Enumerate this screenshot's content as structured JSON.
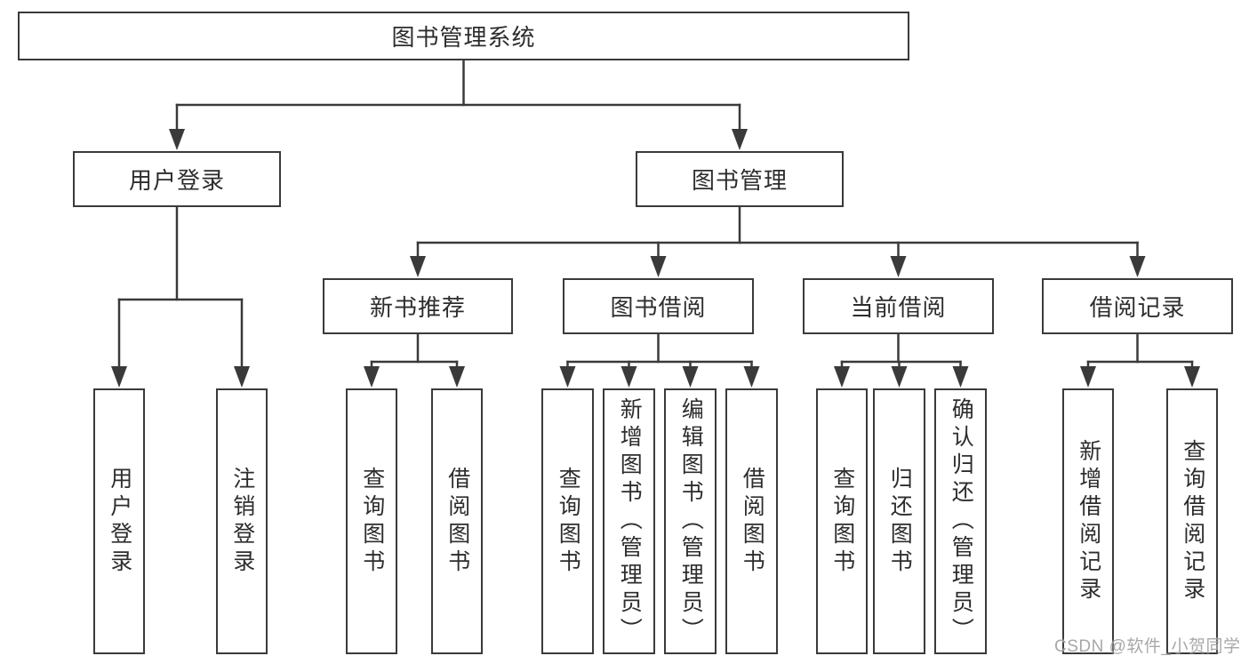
{
  "diagram_title": "图书管理系统",
  "colors": {
    "line": "#3a3a3a",
    "box_border": "#3a3a3a",
    "text": "#2d2d2d",
    "background": "#ffffff",
    "watermark": "#9e9e9e"
  },
  "nodes": [
    {
      "id": "root",
      "label": "图书管理系统",
      "level": 1
    },
    {
      "id": "user-login",
      "label": "用户登录",
      "level": 2
    },
    {
      "id": "book-management",
      "label": "图书管理",
      "level": 2
    },
    {
      "id": "new-book-recommend",
      "label": "新书推荐",
      "level": 3
    },
    {
      "id": "book-borrowing",
      "label": "图书借阅",
      "level": 3
    },
    {
      "id": "current-borrowing",
      "label": "当前借阅",
      "level": 3
    },
    {
      "id": "borrowing-records",
      "label": "借阅记录",
      "level": 3
    },
    {
      "id": "v-user-login",
      "label": "用户登录",
      "level": 4
    },
    {
      "id": "v-logout-login",
      "label": "注销登录",
      "level": 4
    },
    {
      "id": "v-query-book-1",
      "label": "查询图书",
      "level": 4
    },
    {
      "id": "v-borrow-book-1",
      "label": "借阅图书",
      "level": 4
    },
    {
      "id": "v-query-book-2",
      "label": "查询图书",
      "level": 4
    },
    {
      "id": "v-add-book-admin",
      "label": "新增图书（管理员）",
      "level": 4
    },
    {
      "id": "v-edit-book-admin",
      "label": "编辑图书（管理员）",
      "level": 4
    },
    {
      "id": "v-borrow-book-2",
      "label": "借阅图书",
      "level": 4
    },
    {
      "id": "v-query-book-3",
      "label": "查询图书",
      "level": 4
    },
    {
      "id": "v-return-book",
      "label": "归还图书",
      "level": 4
    },
    {
      "id": "v-confirm-return-admin",
      "label": "确认归还（管理员）",
      "level": 4
    },
    {
      "id": "v-add-borrow-record",
      "label": "新增借阅记录",
      "level": 4
    },
    {
      "id": "v-query-borrow-record",
      "label": "查询借阅记录",
      "level": 4
    }
  ],
  "edges": [
    {
      "parent": "root",
      "children": [
        "user-login",
        "book-management"
      ]
    },
    {
      "parent": "user-login",
      "children": [
        "v-user-login",
        "v-logout-login"
      ]
    },
    {
      "parent": "book-management",
      "children": [
        "new-book-recommend",
        "book-borrowing",
        "current-borrowing",
        "borrowing-records"
      ]
    },
    {
      "parent": "new-book-recommend",
      "children": [
        "v-query-book-1",
        "v-borrow-book-1"
      ]
    },
    {
      "parent": "book-borrowing",
      "children": [
        "v-query-book-2",
        "v-add-book-admin",
        "v-edit-book-admin",
        "v-borrow-book-2"
      ]
    },
    {
      "parent": "current-borrowing",
      "children": [
        "v-query-book-3",
        "v-return-book",
        "v-confirm-return-admin"
      ]
    },
    {
      "parent": "borrowing-records",
      "children": [
        "v-add-borrow-record",
        "v-query-borrow-record"
      ]
    }
  ],
  "watermark": {
    "text": "CSDN @软件_小贺同学"
  }
}
